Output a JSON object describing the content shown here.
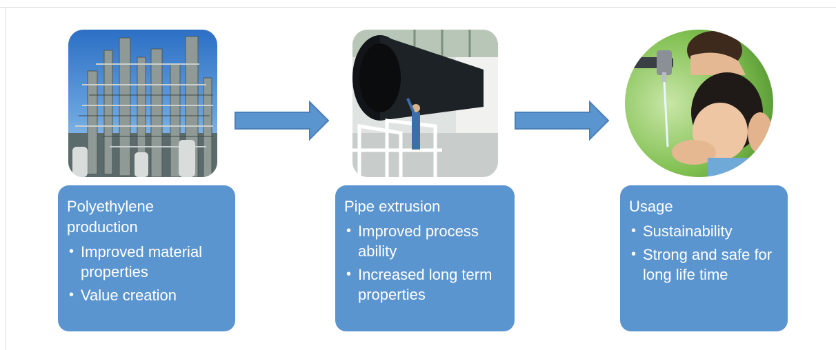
{
  "steps": [
    {
      "title": "Polyethylene production",
      "bullets": [
        "Improved material properties",
        "Value creation"
      ]
    },
    {
      "title": "Pipe extrusion",
      "bullets": [
        "Improved process ability",
        "Increased long term properties"
      ]
    },
    {
      "title": "Usage",
      "bullets": [
        "Sustainability",
        "Strong and safe for long life time"
      ]
    }
  ],
  "colors": {
    "card_fill": "#5b95d0",
    "arrow_fill": "#5b95d0",
    "arrow_stroke": "#4a7fb8"
  },
  "images": [
    "refinery-plant-photo",
    "pipe-extrusion-photo",
    "child-drinking-water-photo"
  ]
}
